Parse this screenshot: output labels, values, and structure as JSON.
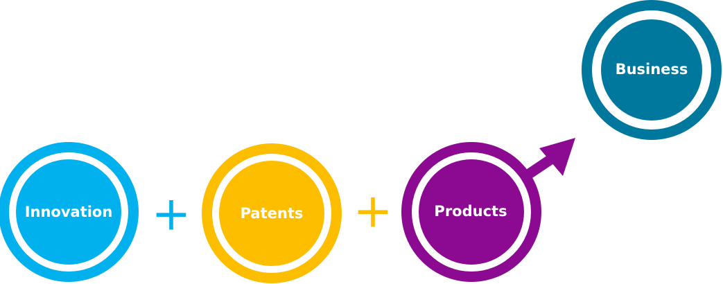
{
  "nodes": [
    {
      "id": "innovation",
      "label": "Innovation",
      "color": "#00b1ee"
    },
    {
      "id": "patents",
      "label": "Patents",
      "color": "#fdbe00"
    },
    {
      "id": "products",
      "label": "Products",
      "color": "#8b0a91"
    },
    {
      "id": "business",
      "label": "Business",
      "color": "#00789e"
    }
  ],
  "operators": [
    {
      "symbol": "+",
      "color": "#00b1ee"
    },
    {
      "symbol": "+",
      "color": "#fdbe00"
    }
  ],
  "arrow": {
    "from": "products",
    "to": "business",
    "color": "#8b0a91"
  }
}
